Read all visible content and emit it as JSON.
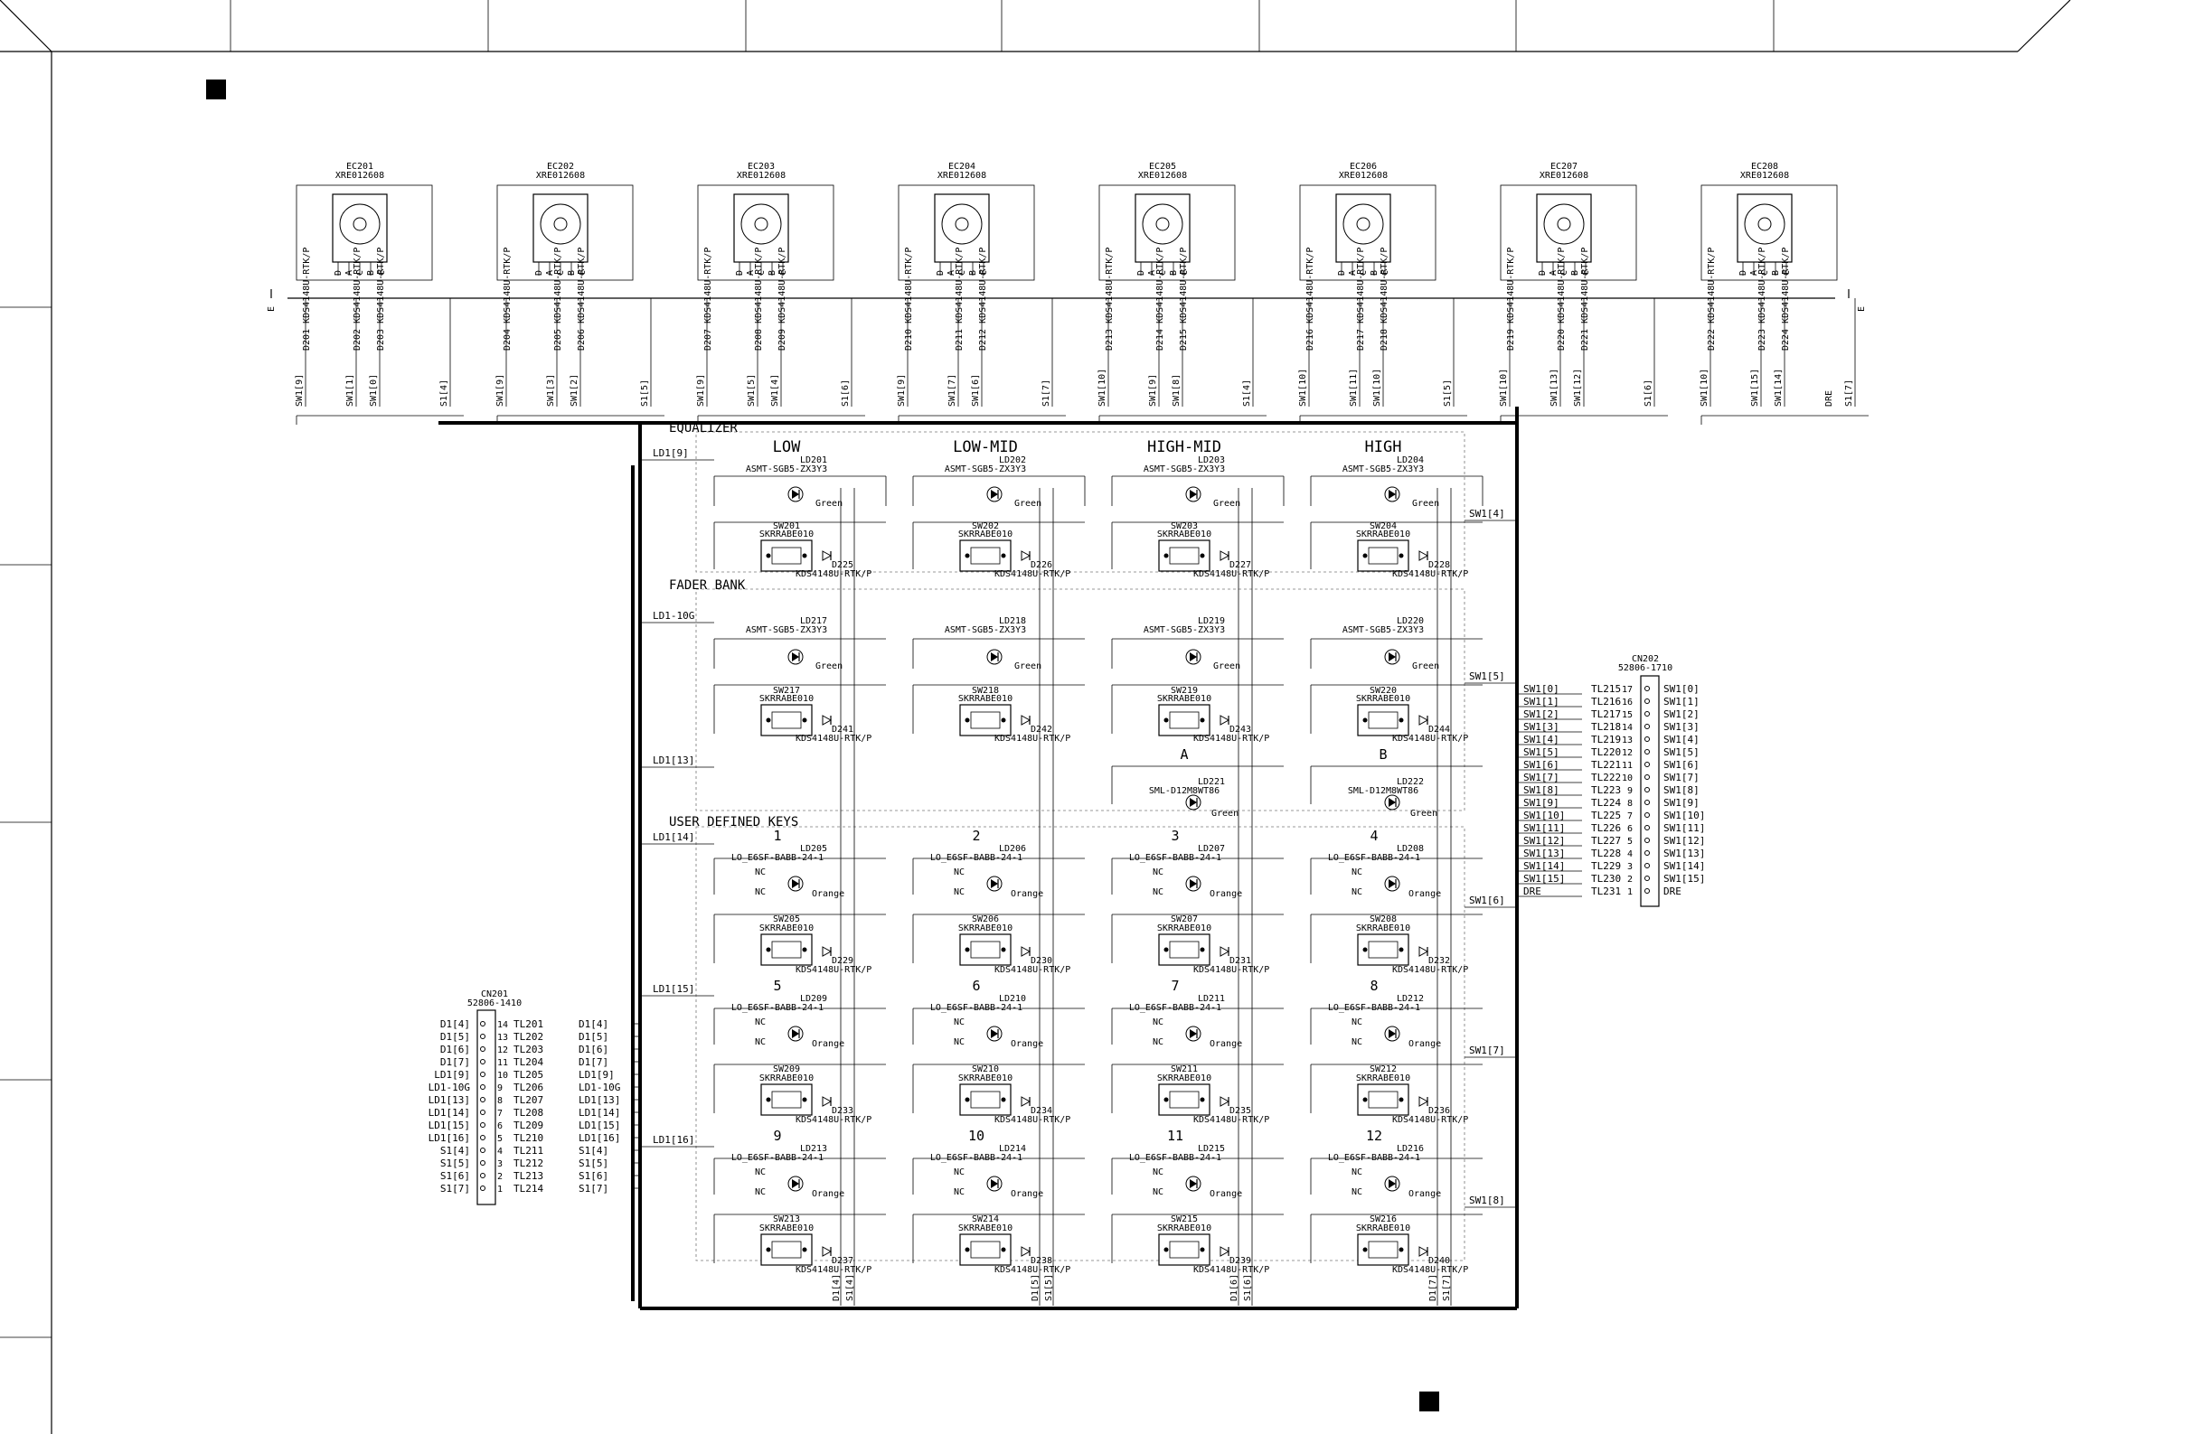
{
  "sections": {
    "equalizer": "EQUALIZER",
    "fader_bank": "FADER BANK",
    "user_defined_keys": "USER DEFINED KEYS"
  },
  "encoders": [
    {
      "ref": "EC201",
      "part": "XRE012608"
    },
    {
      "ref": "EC202",
      "part": "XRE012608"
    },
    {
      "ref": "EC203",
      "part": "XRE012608"
    },
    {
      "ref": "EC204",
      "part": "XRE012608"
    },
    {
      "ref": "EC205",
      "part": "XRE012608"
    },
    {
      "ref": "EC206",
      "part": "XRE012608"
    },
    {
      "ref": "EC207",
      "part": "XRE012608"
    },
    {
      "ref": "EC208",
      "part": "XRE012608"
    }
  ],
  "encoder_pins": [
    "D",
    "A",
    "C",
    "B",
    "C"
  ],
  "encoder_diodes": [
    {
      "diodes": [
        "D201",
        "D202",
        "D203"
      ],
      "sw": [
        "SW1[9]",
        "SW1[1]",
        "SW1[0]"
      ],
      "s": "S1[4]"
    },
    {
      "diodes": [
        "D204",
        "D205",
        "D206"
      ],
      "sw": [
        "SW1[9]",
        "SW1[3]",
        "SW1[2]"
      ],
      "s": "S1[5]"
    },
    {
      "diodes": [
        "D207",
        "D208",
        "D209"
      ],
      "sw": [
        "SW1[9]",
        "SW1[5]",
        "SW1[4]"
      ],
      "s": "S1[6]"
    },
    {
      "diodes": [
        "D210",
        "D211",
        "D212"
      ],
      "sw": [
        "SW1[9]",
        "SW1[7]",
        "SW1[6]"
      ],
      "s": "S1[7]"
    },
    {
      "diodes": [
        "D213",
        "D214",
        "D215"
      ],
      "sw": [
        "SW1[10]",
        "SW1[9]",
        "SW1[8]"
      ],
      "s": "S1[4]"
    },
    {
      "diodes": [
        "D216",
        "D217",
        "D218"
      ],
      "sw": [
        "SW1[10]",
        "SW1[11]",
        "SW1[10]"
      ],
      "s": "S1[5]"
    },
    {
      "diodes": [
        "D219",
        "D220",
        "D221"
      ],
      "sw": [
        "SW1[10]",
        "SW1[13]",
        "SW1[12]"
      ],
      "s": "S1[6]"
    },
    {
      "diodes": [
        "D222",
        "D223",
        "D224"
      ],
      "sw": [
        "SW1[10]",
        "SW1[15]",
        "SW1[14]"
      ],
      "s": "S1[7]"
    }
  ],
  "diode_part": "KDS4148U-RTK/P",
  "dre_label": "DRE",
  "eq_columns": [
    "LOW",
    "LOW-MID",
    "HIGH-MID",
    "HIGH"
  ],
  "eq_leds": [
    {
      "ref": "LD201",
      "part": "ASMT-SGB5-ZX3Y3",
      "color": "Green"
    },
    {
      "ref": "LD202",
      "part": "ASMT-SGB5-ZX3Y3",
      "color": "Green"
    },
    {
      "ref": "LD203",
      "part": "ASMT-SGB5-ZX3Y3",
      "color": "Green"
    },
    {
      "ref": "LD204",
      "part": "ASMT-SGB5-ZX3Y3",
      "color": "Green"
    }
  ],
  "eq_switches": [
    {
      "ref": "SW201",
      "part": "SKRRABE010",
      "diode": "D225"
    },
    {
      "ref": "SW202",
      "part": "SKRRABE010",
      "diode": "D226"
    },
    {
      "ref": "SW203",
      "part": "SKRRABE010",
      "diode": "D227"
    },
    {
      "ref": "SW204",
      "part": "SKRRABE010",
      "diode": "D228"
    }
  ],
  "fb_leds": [
    {
      "ref": "LD217",
      "part": "ASMT-SGB5-ZX3Y3",
      "color": "Green"
    },
    {
      "ref": "LD218",
      "part": "ASMT-SGB5-ZX3Y3",
      "color": "Green"
    },
    {
      "ref": "LD219",
      "part": "ASMT-SGB5-ZX3Y3",
      "color": "Green"
    },
    {
      "ref": "LD220",
      "part": "ASMT-SGB5-ZX3Y3",
      "color": "Green"
    }
  ],
  "fb_switches": [
    {
      "ref": "SW217",
      "part": "SKRRABE010",
      "diode": "D241"
    },
    {
      "ref": "SW218",
      "part": "SKRRABE010",
      "diode": "D242"
    },
    {
      "ref": "SW219",
      "part": "SKRRABE010",
      "diode": "D243"
    },
    {
      "ref": "SW220",
      "part": "SKRRABE010",
      "diode": "D244"
    }
  ],
  "ab_leds": [
    {
      "label": "A",
      "ref": "LD221",
      "part": "SML-D12M8WT86",
      "color": "Green"
    },
    {
      "label": "B",
      "ref": "LD222",
      "part": "SML-D12M8WT86",
      "color": "Green"
    }
  ],
  "user_rows": [
    {
      "numbers": [
        "1",
        "2",
        "3",
        "4"
      ],
      "leds": [
        "LD205",
        "LD206",
        "LD207",
        "LD208"
      ],
      "switches": [
        "SW205",
        "SW206",
        "SW207",
        "SW208"
      ],
      "diodes": [
        "D229",
        "D230",
        "D231",
        "D232"
      ]
    },
    {
      "numbers": [
        "5",
        "6",
        "7",
        "8"
      ],
      "leds": [
        "LD209",
        "LD210",
        "LD211",
        "LD212"
      ],
      "switches": [
        "SW209",
        "SW210",
        "SW211",
        "SW212"
      ],
      "diodes": [
        "D233",
        "D234",
        "D235",
        "D236"
      ]
    },
    {
      "numbers": [
        "9",
        "10",
        "11",
        "12"
      ],
      "leds": [
        "LD213",
        "LD214",
        "LD215",
        "LD216"
      ],
      "switches": [
        "SW213",
        "SW214",
        "SW215",
        "SW216"
      ],
      "diodes": [
        "D237",
        "D238",
        "D239",
        "D240"
      ]
    }
  ],
  "user_led_part": "LO_E6SF-BABB-24-1",
  "user_led_color": "Orange",
  "nc_label": "NC",
  "switch_part": "SKRRABE010",
  "row_labels": [
    "LD1[9]",
    "LD1-10G",
    "LD1[13]",
    "LD1[14]",
    "LD1[15]",
    "LD1[16]"
  ],
  "sw_right_labels": [
    "SW1[4]",
    "SW1[5]",
    "SW1[6]",
    "SW1[7]",
    "SW1[8]"
  ],
  "bottom_labels": [
    [
      "D1[4]",
      "S1[4]"
    ],
    [
      "D1[5]",
      "S1[5]"
    ],
    [
      "D1[6]",
      "S1[6]"
    ],
    [
      "D1[7]",
      "S1[7]"
    ]
  ],
  "cn201": {
    "ref": "CN201",
    "part": "52806-1410",
    "left": [
      "D1[4]",
      "D1[5]",
      "D1[6]",
      "D1[7]",
      "LD1[9]",
      "LD1-10G",
      "LD1[13]",
      "LD1[14]",
      "LD1[15]",
      "LD1[16]",
      "S1[4]",
      "S1[5]",
      "S1[6]",
      "S1[7]"
    ],
    "pins": [
      "14",
      "13",
      "12",
      "11",
      "10",
      "9",
      "8",
      "7",
      "6",
      "5",
      "4",
      "3",
      "2",
      "1"
    ],
    "tl": [
      "TL201",
      "TL202",
      "TL203",
      "TL204",
      "TL205",
      "TL206",
      "TL207",
      "TL208",
      "TL209",
      "TL210",
      "TL211",
      "TL212",
      "TL213",
      "TL214"
    ],
    "right": [
      "D1[4]",
      "D1[5]",
      "D1[6]",
      "D1[7]",
      "LD1[9]",
      "LD1-10G",
      "LD1[13]",
      "LD1[14]",
      "LD1[15]",
      "LD1[16]",
      "S1[4]",
      "S1[5]",
      "S1[6]",
      "S1[7]"
    ]
  },
  "cn202": {
    "ref": "CN202",
    "part": "52806-1710",
    "left": [
      "SW1[0]",
      "SW1[1]",
      "SW1[2]",
      "SW1[3]",
      "SW1[4]",
      "SW1[5]",
      "SW1[6]",
      "SW1[7]",
      "SW1[8]",
      "SW1[9]",
      "SW1[10]",
      "SW1[11]",
      "SW1[12]",
      "SW1[13]",
      "SW1[14]",
      "SW1[15]",
      "DRE"
    ],
    "tl": [
      "TL215",
      "TL216",
      "TL217",
      "TL218",
      "TL219",
      "TL220",
      "TL221",
      "TL222",
      "TL223",
      "TL224",
      "TL225",
      "TL226",
      "TL227",
      "TL228",
      "TL229",
      "TL230",
      "TL231"
    ],
    "pins": [
      "17",
      "16",
      "15",
      "14",
      "13",
      "12",
      "11",
      "10",
      "9",
      "8",
      "7",
      "6",
      "5",
      "4",
      "3",
      "2",
      "1"
    ],
    "right": [
      "SW1[0]",
      "SW1[1]",
      "SW1[2]",
      "SW1[3]",
      "SW1[4]",
      "SW1[5]",
      "SW1[6]",
      "SW1[7]",
      "SW1[8]",
      "SW1[9]",
      "SW1[10]",
      "SW1[11]",
      "SW1[12]",
      "SW1[13]",
      "SW1[14]",
      "SW1[15]",
      "DRE"
    ]
  },
  "ground_labels": [
    "E",
    "E"
  ]
}
